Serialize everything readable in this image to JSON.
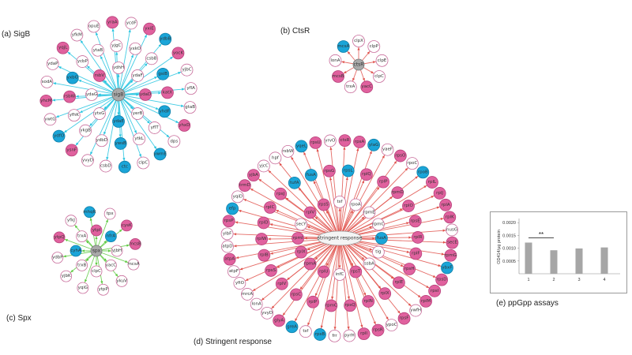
{
  "panels": {
    "sigb": {
      "label": "(a) SigB",
      "hub": "sigB",
      "edge_color": "#22c3df",
      "nodes": [
        {
          "t": "ydhH",
          "c": "w"
        },
        {
          "t": "ydaF",
          "c": "w"
        },
        {
          "t": "ydaD",
          "c": "p"
        },
        {
          "t": "yerB",
          "c": "w"
        },
        {
          "t": "ydaE",
          "c": "c"
        },
        {
          "t": "ytxG",
          "c": "w"
        },
        {
          "t": "ydaG",
          "c": "w"
        },
        {
          "t": "rsbV",
          "c": "p"
        },
        {
          "t": "yxkO",
          "c": "w"
        },
        {
          "t": "csbB",
          "c": "w"
        },
        {
          "t": "gsiB",
          "c": "c"
        },
        {
          "t": "katX",
          "c": "p"
        },
        {
          "t": "yhdF",
          "c": "c"
        },
        {
          "t": "yflT",
          "c": "w"
        },
        {
          "t": "ytkL",
          "c": "w"
        },
        {
          "t": "ywsB",
          "c": "c"
        },
        {
          "t": "ydbD",
          "c": "w"
        },
        {
          "t": "ykgB",
          "c": "w"
        },
        {
          "t": "yfhK",
          "c": "w"
        },
        {
          "t": "rsbW",
          "c": "p"
        },
        {
          "t": "yxbG",
          "c": "c"
        },
        {
          "t": "ycbP",
          "c": "w"
        },
        {
          "t": "ytaB",
          "c": "w"
        },
        {
          "t": "yjgC",
          "c": "w"
        },
        {
          "t": "ydbB",
          "c": "c"
        },
        {
          "t": "yocK",
          "c": "p"
        },
        {
          "t": "yjbC",
          "c": "w"
        },
        {
          "t": "yflA",
          "c": "w"
        },
        {
          "t": "gtaB",
          "c": "w"
        },
        {
          "t": "yhxD",
          "c": "p"
        },
        {
          "t": "dps",
          "c": "w"
        },
        {
          "t": "ywmE",
          "c": "c"
        },
        {
          "t": "clpC",
          "c": "w"
        },
        {
          "t": "ctc",
          "c": "c"
        },
        {
          "t": "csbD",
          "c": "w"
        },
        {
          "t": "yvyD",
          "c": "w"
        },
        {
          "t": "ysnF",
          "c": "p"
        },
        {
          "t": "ydfO",
          "c": "c"
        },
        {
          "t": "ywtG",
          "c": "w"
        },
        {
          "t": "yhcM",
          "c": "p"
        },
        {
          "t": "sodA",
          "c": "w"
        },
        {
          "t": "ydaP",
          "c": "w"
        },
        {
          "t": "yqjL",
          "c": "p"
        },
        {
          "t": "yfkM",
          "c": "w"
        },
        {
          "t": "opuE",
          "c": "w"
        },
        {
          "t": "yraA",
          "c": "p"
        },
        {
          "t": "ycdF",
          "c": "w"
        },
        {
          "t": "yxiE",
          "c": "p"
        }
      ]
    },
    "ctsr": {
      "label": "(b) CtsR",
      "hub": "ctsR",
      "edge_color": "#e0504a",
      "nodes": [
        {
          "t": "clpX",
          "c": "w"
        },
        {
          "t": "clpP",
          "c": "w"
        },
        {
          "t": "clpE",
          "c": "w"
        },
        {
          "t": "clpC",
          "c": "w"
        },
        {
          "t": "yacC",
          "c": "p"
        },
        {
          "t": "trxA",
          "c": "w"
        },
        {
          "t": "mcsB",
          "c": "p"
        },
        {
          "t": "lonA",
          "c": "w"
        },
        {
          "t": "mcsA",
          "c": "c"
        }
      ]
    },
    "spx": {
      "label": "(c) Spx",
      "hub": "spx",
      "edge_color": "#5cc93e",
      "nodes": [
        {
          "t": "ytpl",
          "c": "p"
        },
        {
          "t": "nfrA",
          "c": "c"
        },
        {
          "t": "yjbH",
          "c": "w"
        },
        {
          "t": "yacC",
          "c": "w"
        },
        {
          "t": "clpC",
          "c": "w"
        },
        {
          "t": "trxB",
          "c": "w"
        },
        {
          "t": "cyhA",
          "c": "c"
        },
        {
          "t": "trxA",
          "c": "w"
        },
        {
          "t": "tpx",
          "c": "w"
        },
        {
          "t": "cysK",
          "c": "p"
        },
        {
          "t": "mcsB",
          "c": "p"
        },
        {
          "t": "mcsA",
          "c": "w"
        },
        {
          "t": "ykuV",
          "c": "w"
        },
        {
          "t": "ytpP",
          "c": "w"
        },
        {
          "t": "yqiG",
          "c": "w"
        },
        {
          "t": "yjbK",
          "c": "w"
        },
        {
          "t": "ydbP",
          "c": "w"
        },
        {
          "t": "ytpQ",
          "c": "p"
        },
        {
          "t": "yfkJ",
          "c": "w"
        },
        {
          "t": "mhqR",
          "c": "c"
        }
      ]
    },
    "stringent": {
      "label": "(d) Stringent response",
      "hub": "stringent response",
      "edge_color": "#e0504a",
      "nodes": [
        {
          "t": "tsf",
          "c": "w"
        },
        {
          "t": "rpoA",
          "c": "w"
        },
        {
          "t": "rpmE",
          "c": "w"
        },
        {
          "t": "rpmC",
          "c": "w"
        },
        {
          "t": "fusA",
          "c": "c"
        },
        {
          "t": "tig",
          "c": "w"
        },
        {
          "t": "ssbA",
          "c": "w"
        },
        {
          "t": "rpsT",
          "c": "p"
        },
        {
          "t": "infC",
          "c": "w"
        },
        {
          "t": "rplU",
          "c": "p"
        },
        {
          "t": "rpmA",
          "c": "p"
        },
        {
          "t": "rplX",
          "c": "p"
        },
        {
          "t": "rpmI",
          "c": "p"
        },
        {
          "t": "secY",
          "c": "w"
        },
        {
          "t": "rplV",
          "c": "p"
        },
        {
          "t": "rpsS",
          "c": "p"
        },
        {
          "t": "rplQ",
          "c": "p"
        },
        {
          "t": "rplP",
          "c": "p"
        },
        {
          "t": "rpmD",
          "c": "p"
        },
        {
          "t": "rplO",
          "c": "p"
        },
        {
          "t": "rpsE",
          "c": "p"
        },
        {
          "t": "rplR",
          "c": "p"
        },
        {
          "t": "rplF",
          "c": "p"
        },
        {
          "t": "rpsH",
          "c": "p"
        },
        {
          "t": "rplE",
          "c": "p"
        },
        {
          "t": "rplX2",
          "c": "p"
        },
        {
          "t": "rplN",
          "c": "p"
        },
        {
          "t": "rpsQ",
          "c": "p"
        },
        {
          "t": "rpmC2",
          "c": "p"
        },
        {
          "t": "rplP2",
          "c": "p"
        },
        {
          "t": "rpsC",
          "c": "p"
        },
        {
          "t": "rplV2",
          "c": "p"
        },
        {
          "t": "rpsS2",
          "c": "p"
        },
        {
          "t": "rplB",
          "c": "p"
        },
        {
          "t": "rplW",
          "c": "p"
        },
        {
          "t": "rplD",
          "c": "p"
        },
        {
          "t": "rplC",
          "c": "p"
        },
        {
          "t": "rpsJ",
          "c": "p"
        },
        {
          "t": "tufA",
          "c": "c"
        },
        {
          "t": "fusA2",
          "c": "c"
        },
        {
          "t": "rpsG",
          "c": "p"
        },
        {
          "t": "rpsL",
          "c": "c"
        },
        {
          "t": "rpoC",
          "c": "w"
        },
        {
          "t": "rpoB",
          "c": "c"
        },
        {
          "t": "rplL",
          "c": "p"
        },
        {
          "t": "rplJ",
          "c": "p"
        },
        {
          "t": "rplA",
          "c": "p"
        },
        {
          "t": "rplK",
          "c": "p"
        },
        {
          "t": "nusG",
          "c": "w"
        },
        {
          "t": "secE",
          "c": "p"
        },
        {
          "t": "rpmG",
          "c": "p"
        },
        {
          "t": "ybxF",
          "c": "c"
        },
        {
          "t": "rpsD",
          "c": "p"
        },
        {
          "t": "rpsI",
          "c": "p"
        },
        {
          "t": "rplM",
          "c": "p"
        },
        {
          "t": "ywfH",
          "c": "w"
        },
        {
          "t": "rpsF",
          "c": "p"
        },
        {
          "t": "ypoC",
          "c": "w"
        },
        {
          "t": "rpsR",
          "c": "p"
        },
        {
          "t": "rplI",
          "c": "p"
        },
        {
          "t": "pyrH",
          "c": "w"
        },
        {
          "t": "frr",
          "c": "w"
        },
        {
          "t": "rpsB",
          "c": "c"
        },
        {
          "t": "tsf2",
          "c": "w"
        },
        {
          "t": "greA",
          "c": "c"
        },
        {
          "t": "glyA",
          "c": "p"
        },
        {
          "t": "yvyD",
          "c": "w"
        },
        {
          "t": "lonA",
          "c": "w"
        },
        {
          "t": "mrcA",
          "c": "w"
        },
        {
          "t": "yfiO",
          "c": "w"
        },
        {
          "t": "atpF",
          "c": "w"
        },
        {
          "t": "atpA",
          "c": "p"
        },
        {
          "t": "atpD",
          "c": "w"
        },
        {
          "t": "ylbF",
          "c": "w"
        },
        {
          "t": "rpsP",
          "c": "p"
        },
        {
          "t": "efp",
          "c": "c"
        },
        {
          "t": "yqiD",
          "c": "w"
        },
        {
          "t": "trmD",
          "c": "p"
        },
        {
          "t": "yjbA",
          "c": "p"
        },
        {
          "t": "yjcC",
          "c": "w"
        },
        {
          "t": "hpf",
          "c": "w"
        },
        {
          "t": "rsbW",
          "c": "w"
        },
        {
          "t": "yqeL",
          "c": "c"
        },
        {
          "t": "rpsU",
          "c": "p"
        },
        {
          "t": "yrvO",
          "c": "w"
        },
        {
          "t": "ctsR",
          "c": "p"
        },
        {
          "t": "rpsA",
          "c": "p"
        },
        {
          "t": "ylaG",
          "c": "c"
        },
        {
          "t": "yaeF",
          "c": "w"
        },
        {
          "t": "rpsO",
          "c": "p"
        }
      ]
    }
  },
  "ppgpp": {
    "label": "(e) ppGpp assays",
    "chart_data": {
      "type": "bar",
      "categories": [
        "1",
        "2",
        "3",
        "4"
      ],
      "values": [
        0.00122,
        0.00092,
        0.00099,
        0.00103
      ],
      "ylabel": "OD414/μg protein",
      "yticks": [
        "0.0005",
        "0.0010",
        "0.0015",
        "0.0020"
      ],
      "ylim": [
        0,
        0.0021
      ],
      "annotation": "**",
      "bar_color": "#a6a6a6"
    }
  },
  "colors": {
    "pink": "#e0619e",
    "pink_light": "#f2c3dc",
    "cyan": "#1aa5d8",
    "cyan_light": "#c9f0f8",
    "white_node": "#ffffff",
    "hub": "#a9a9a9"
  }
}
